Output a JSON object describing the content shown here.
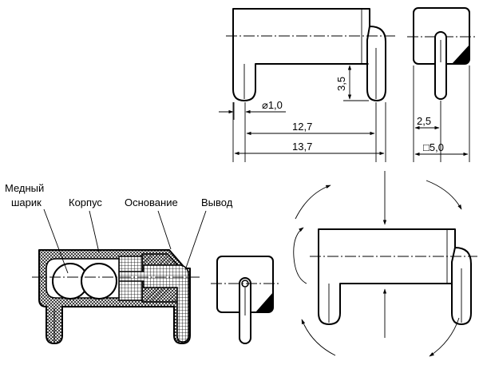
{
  "labels": {
    "copper_ball_line1": "Медный",
    "copper_ball_line2": "шарик",
    "body": "Корпус",
    "base": "Основание",
    "lead": "Вывод"
  },
  "dimensions": {
    "lead_diameter": "⌀1,0",
    "lead_height": "3,5",
    "lead_spacing": "12,7",
    "overall_length": "13,7",
    "lead_offset": "2,5",
    "square_body": "□5,0"
  }
}
